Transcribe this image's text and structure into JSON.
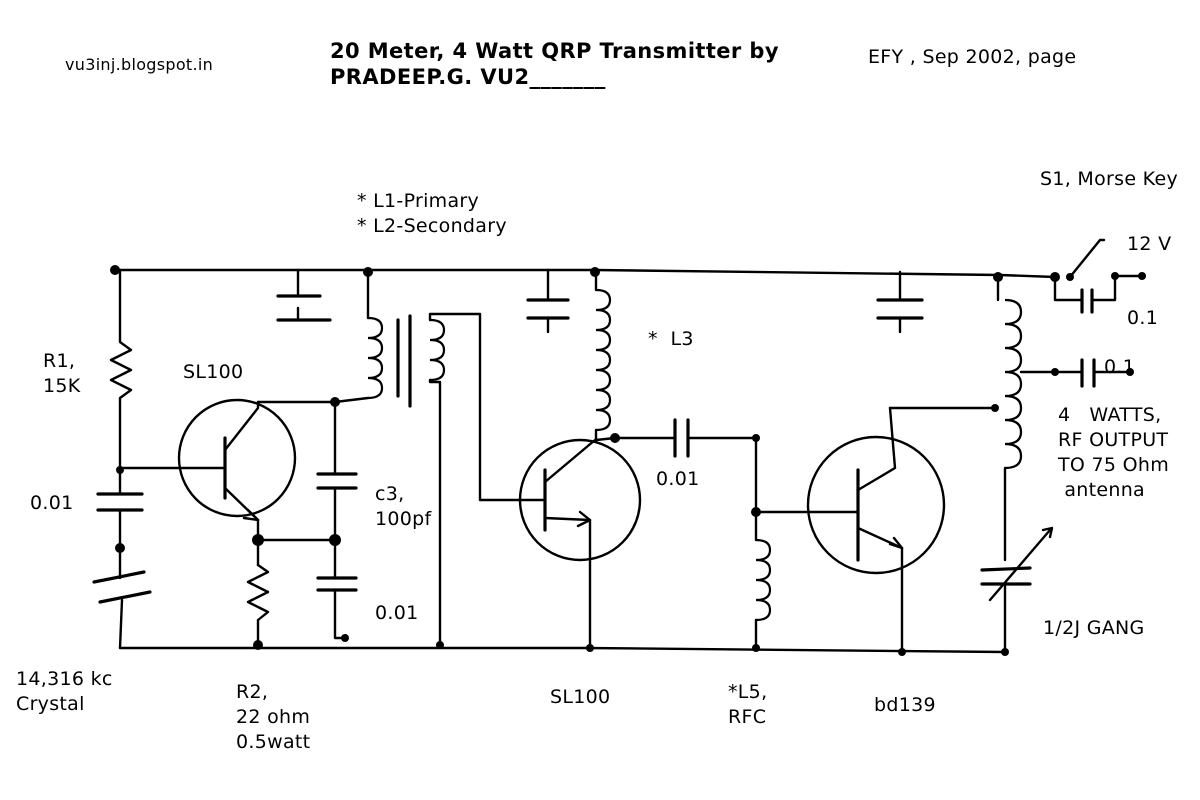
{
  "header": {
    "blog": "vu3inj.blogspot.in",
    "title_line1": "20 Meter, 4 Watt QRP Transmitter by",
    "title_line2": "PRADEEP.G. VU2_______",
    "source": "EFY , Sep 2002, page"
  },
  "labels": {
    "s1": "S1, Morse Key",
    "v12": "12 V",
    "cap_key": "0.1",
    "cap_out": "0.1",
    "l1": "* L1-Primary",
    "l2": "* L2-Secondary",
    "l3": "*  L3",
    "r1_name": "R1,",
    "r1_val": "15K",
    "q1": "SL100",
    "c_left": "0.01",
    "c3_name": "c3,",
    "c3_val": "100pf",
    "c_mid": "0.01",
    "c_couple": "0.01",
    "out1": "4   WATTS,",
    "out2": "RF OUTPUT",
    "out3": "TO 75 Ohm",
    "out4": " antenna",
    "gang": "1/2J GANG",
    "xtal1": "14,316 kc",
    "xtal2": "Crystal",
    "r2_1": "R2,",
    "r2_2": "22 ohm",
    "r2_3": "0.5watt",
    "q2": "SL100",
    "l5_1": "*L5,",
    "l5_2": "RFC",
    "q3": "bd139"
  }
}
